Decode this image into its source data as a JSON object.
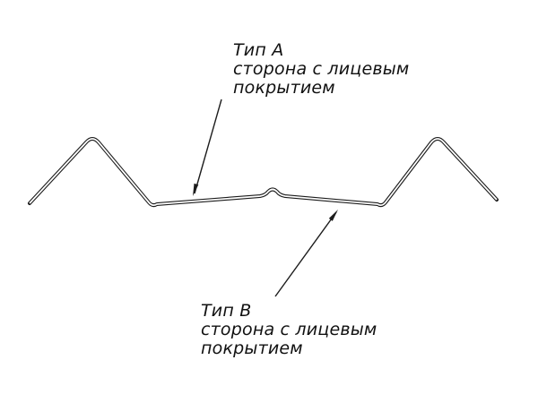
{
  "diagram": {
    "stroke_color": "#1c1c1c",
    "background": "#ffffff",
    "description": "Cross-section profile of metal sheet with two ridges and center stiffening bump"
  },
  "labels": {
    "top": {
      "title": "Тип А",
      "line1": "сторона с лицевым",
      "line2": "покрытием"
    },
    "bottom": {
      "title": "Тип В",
      "line1": "сторона с лицевым",
      "line2": "покрытием"
    }
  }
}
